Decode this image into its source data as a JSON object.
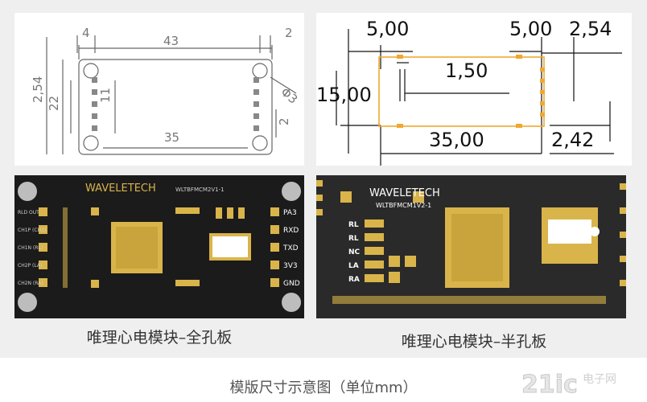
{
  "drawing_left": {
    "dims": {
      "top_total": "43",
      "top_left": "4",
      "top_right": "2",
      "left_pitch": "2,54",
      "left_height": "22",
      "inner_height": "11",
      "bottom_width": "35",
      "right_small": "2",
      "hole": "Φ3"
    }
  },
  "drawing_right": {
    "dims": {
      "top_left": "5,00",
      "top_right": "5,00",
      "far_right": "2,54",
      "inner": "1,50",
      "left_height": "15,00",
      "bottom_width": "35,00",
      "bottom_right": "2,42"
    }
  },
  "board_full": {
    "brand": "WAVELETECH",
    "model": "WLTBFMCM2V1-1",
    "left_pins": [
      "RLD OUT",
      "CH1P (CH1)",
      "CH1N (RL)",
      "CH2P (LA)",
      "CH2N (RA)"
    ],
    "right_pins": [
      "PA3",
      "RXD",
      "TXD",
      "3V3",
      "GND"
    ],
    "caption": "唯理心电模块–全孔板"
  },
  "board_half": {
    "brand": "WAVELETECH",
    "model": "WLTBFMCM1V2-1",
    "pins": [
      "RL",
      "RL",
      "NC",
      "LA",
      "RA"
    ],
    "caption": "唯理心电模块–半孔板"
  },
  "footer_title": "模版尺寸示意图（单位mm）",
  "logo": {
    "main": "21ic",
    "sub": "电子网"
  },
  "colors": {
    "gold": "#d9b44a",
    "pcb": "#1b1b1b",
    "orange": "#f0a830",
    "line": "#555555"
  }
}
